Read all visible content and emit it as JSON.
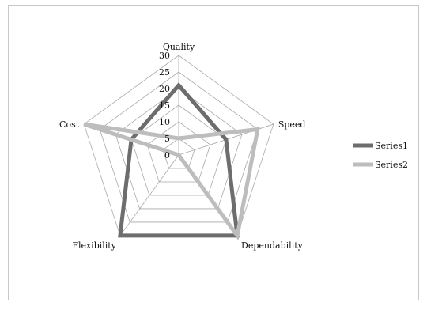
{
  "chart_data": {
    "type": "radar",
    "categories": [
      "Quality",
      "Speed",
      "Dependability",
      "Flexibility",
      "Cost"
    ],
    "series": [
      {
        "name": "Series1",
        "values": [
          21,
          15,
          30,
          30,
          15
        ],
        "color": "#6d6d6d"
      },
      {
        "name": "Series2",
        "values": [
          5,
          25,
          30,
          0,
          30
        ],
        "color": "#bdbdbd"
      }
    ],
    "rlim": [
      0,
      30
    ],
    "ticks": [
      "0",
      "5",
      "10",
      "15",
      "20",
      "25",
      "30"
    ],
    "grid": true,
    "legend": "right"
  }
}
